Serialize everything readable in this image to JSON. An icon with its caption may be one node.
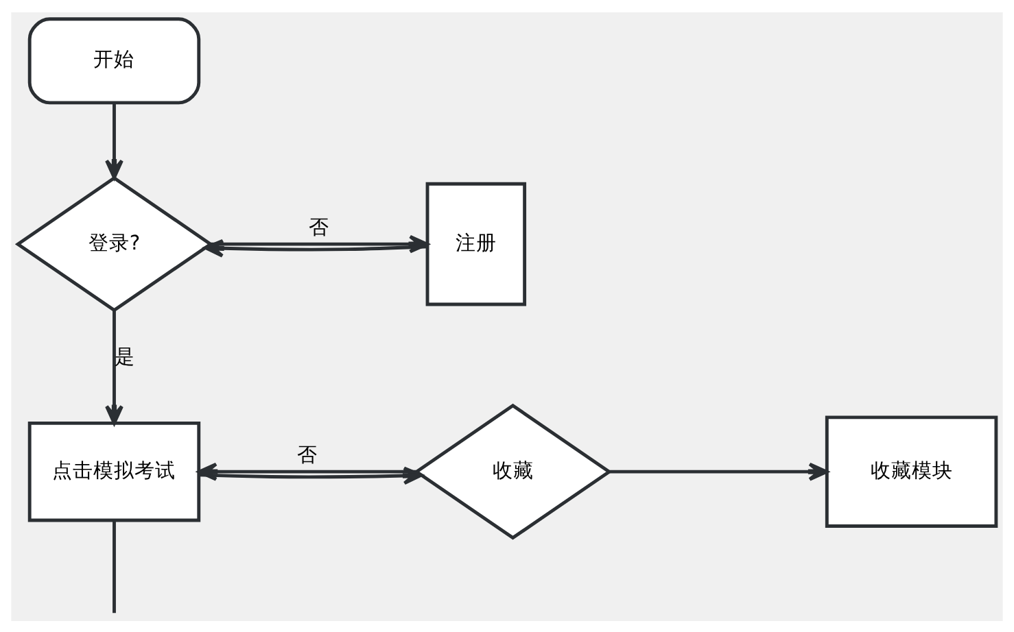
{
  "diagram": {
    "nodes": [
      {
        "text": [
          "开始"
        ]
      },
      {
        "text": [
          "登录?"
        ]
      },
      {
        "text": [
          "注册"
        ]
      },
      {
        "text": [
          "点击模拟考试"
        ]
      },
      {
        "text": [
          "收藏"
        ]
      },
      {
        "text": [
          "收藏模块"
        ]
      }
    ],
    "edges": [
      {
        "from": 0,
        "to": 1,
        "arrow": "to"
      },
      {
        "from": 1,
        "to": 2,
        "arrow": "to",
        "label": "否"
      },
      {
        "from": 2,
        "to": 1,
        "arrow": "to"
      },
      {
        "from": 1,
        "to": 3,
        "arrow": "to",
        "label": "是"
      },
      {
        "from": 4,
        "to": 3,
        "arrow": "to",
        "label": "否"
      },
      {
        "from": 3,
        "to": 4,
        "arrow": "to"
      },
      {
        "from": 4,
        "to": 5,
        "arrow": "to"
      },
      {
        "from": 3,
        "to": null,
        "arrow": "none"
      }
    ]
  }
}
